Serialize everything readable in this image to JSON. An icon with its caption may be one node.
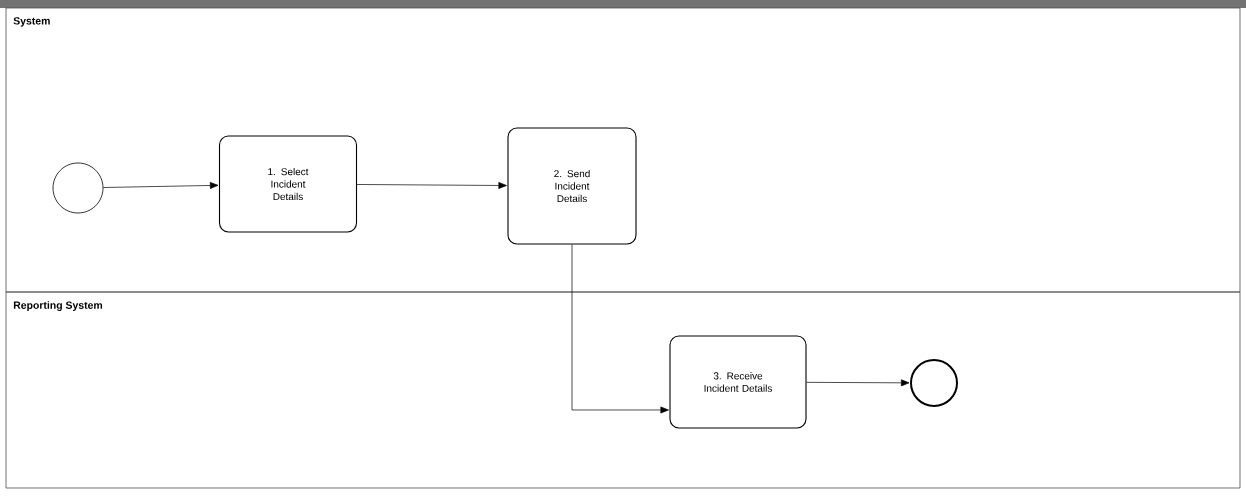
{
  "diagram": {
    "nodes": [
      {
        "text": [
          "System"
        ]
      },
      {
        "text": [
          "Reporting System"
        ]
      },
      {
        "text": [],
        "shape": "circle",
        "in": 0
      },
      {
        "text": [
          "1. Select Incident Details"
        ],
        "in": 0
      },
      {
        "text": [
          "2. Send Incident Details"
        ],
        "in": 0
      },
      {
        "text": [
          "3. Receive Incident Details"
        ],
        "in": 1
      },
      {
        "text": [],
        "shape": "circle",
        "in": 1
      }
    ],
    "edges": [
      {
        "from": 2,
        "to": 3,
        "arrow": "to"
      },
      {
        "from": 3,
        "to": 4,
        "arrow": "to"
      },
      {
        "from": 4,
        "to": 5,
        "arrow": "to"
      },
      {
        "from": 5,
        "to": 6,
        "arrow": "to"
      }
    ]
  }
}
